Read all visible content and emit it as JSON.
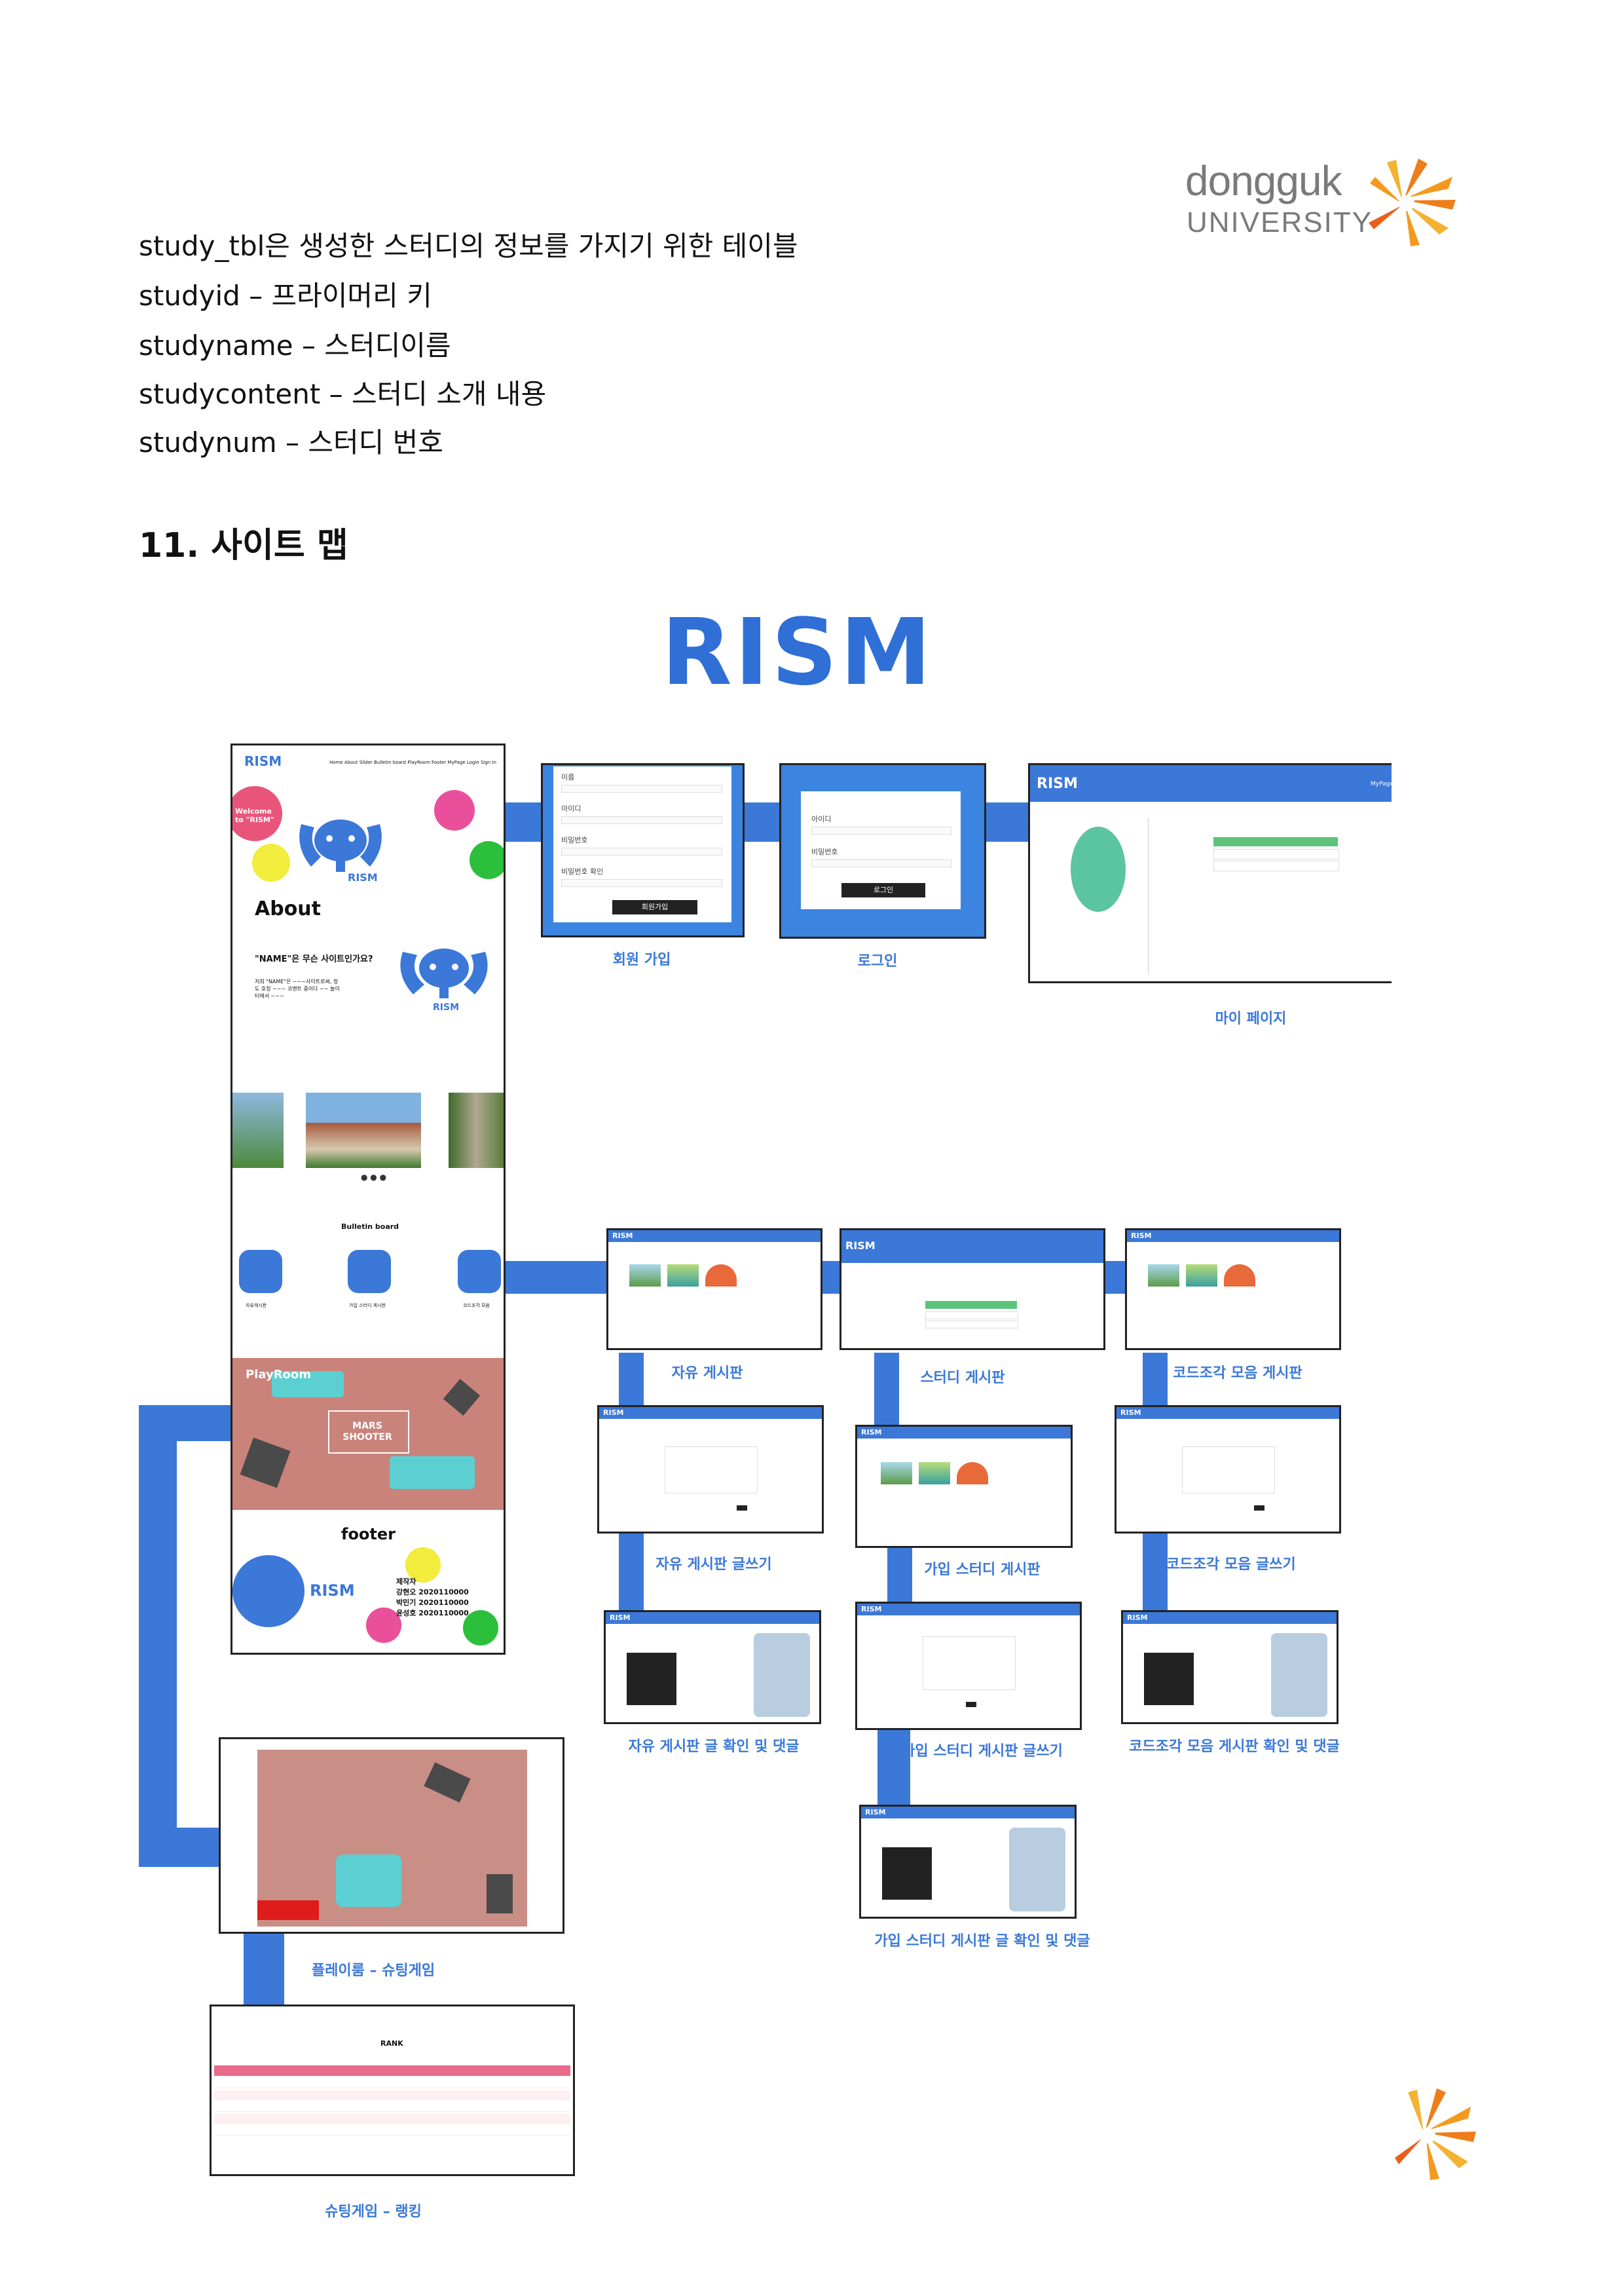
{
  "logo": {
    "word1": "dongguk",
    "word2": "UNIVERSITY"
  },
  "description": {
    "lines": [
      "study_tbl은 생성한 스터디의 정보를 가지기 위한 테이블",
      "studyid – 프라이머리 키",
      "studyname – 스터디이름",
      "studycontent – 스터디 소개 내용",
      "studynum – 스터디 번호"
    ]
  },
  "section": {
    "title": "11. 사이트 맵"
  },
  "sitemap": {
    "title": "RISM",
    "main_page": {
      "brand": "RISM",
      "nav": "Home About Slider Bulletin board PlayRoom Footer MyPage Login Sign In",
      "welcome": "Welcome to \"RISM\"",
      "emblem_label": "RISM",
      "about_title": "About",
      "about_question": "\"NAME\"은 무슨 사이트인가요?",
      "about_body": "저희 \"NAME\"은 ~~~사이트로써, 정도 호칭 ~~~ 코멘트 중이다 ~~ 놀이터에서 ~~~",
      "bulletin_title": "Bulletin board",
      "bulletin_items": [
        "자유게시판",
        "가입 스터디 게시판",
        "코드조각 모음"
      ],
      "playroom_title": "PlayRoom",
      "game_title": "MARS SHOOTER",
      "footer_title": "footer",
      "footer_brand": "RISM",
      "footer_credits": [
        "제작자",
        "강현오 2020110000",
        "박민기 2020110000",
        "윤성호 2020110000"
      ]
    },
    "signup": {
      "fields": [
        "이름",
        "아이디",
        "비밀번호",
        "비밀번호 확인"
      ],
      "button": "회원가입",
      "caption": "회원 가입"
    },
    "login": {
      "fields": [
        "아이디",
        "비밀번호"
      ],
      "button": "로그인",
      "caption": "로그인"
    },
    "mypage": {
      "brand": "RISM",
      "nav": "MyPage",
      "caption": "마이 페이지"
    },
    "boards": {
      "free": "자유 게시판",
      "study": "스터디 게시판",
      "code": "코드조각 모음 게시판",
      "free_write": "자유 게시판 글쓰기",
      "joined_study": "가입 스터디 게시판",
      "code_write": "코드조각 모음 글쓰기",
      "free_view": "자유 게시판 글 확인 및 댓글",
      "joined_study_write": "가입 스터디 게시판 글쓰기",
      "code_view": "코드조각 모음 게시판 확인 및 댓글",
      "joined_study_view": "가입 스터디 게시판 글 확인 및 댓글"
    },
    "game": {
      "caption": "플레이룸 – 슈팅게임",
      "ranking_caption": "슈팅게임 – 랭킹",
      "rank_title": "RANK"
    }
  },
  "colors": {
    "accent": "#3b78d8",
    "title_blue": "#2f6fd6",
    "logo_orange": "#f39a1e",
    "pink": "#e96b8b"
  }
}
